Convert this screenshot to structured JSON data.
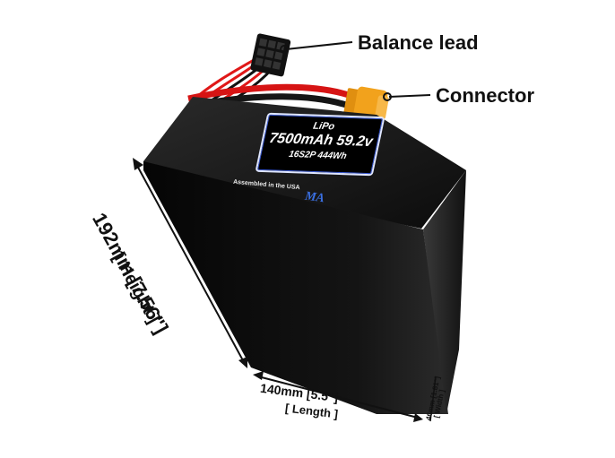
{
  "callouts": {
    "balance_lead": "Balance lead",
    "connector": "Connector"
  },
  "battery_label": {
    "chemistry": "LiPo",
    "capacity_voltage": "7500mAh 59.2v",
    "config_energy": "16S2P 444Wh",
    "assembled_text": "Assembled in the USA"
  },
  "dimensions": {
    "height_value": "192mm [7.56\"]",
    "height_name": "[ Height ]",
    "length_value": "140mm [5.5\"]",
    "length_name": "[ Length ]",
    "width_value": "46mm [1.81\"]",
    "width_name": "[ Width ]"
  },
  "colors": {
    "battery_body": "#0b0b0b",
    "connector": "#f2a21c",
    "wire_red": "#e01818",
    "wire_black": "#111111",
    "label_border": "#dfe6ff"
  }
}
